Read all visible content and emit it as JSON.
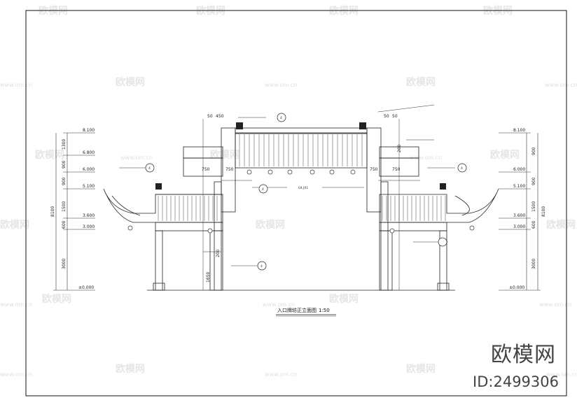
{
  "drawing": {
    "title": "入口牌坊正立面图",
    "scale": "1:50"
  },
  "elevations_left": [
    "8.100",
    "6.800",
    "6.000",
    "5.100",
    "3.600",
    "3.000",
    "±0.000"
  ],
  "elevations_right": [
    "8.100",
    "6.000",
    "5.100",
    "3.600",
    "3.000",
    "±0.000"
  ],
  "dims_left": [
    "1300",
    "900",
    "900",
    "1500",
    "600",
    "3000",
    "8100"
  ],
  "dims_right": [
    "900",
    "900",
    "1500",
    "600",
    "3000",
    "8100"
  ],
  "dims_center": [
    "50",
    "450",
    "50",
    "750",
    "750",
    "200",
    "1650",
    "750",
    "750",
    "50",
    "200"
  ],
  "callouts": [
    "4",
    "4",
    "4",
    "4",
    "4",
    "04.J01"
  ],
  "watermark": {
    "logo": "欧模网",
    "url": "www.om.cn"
  },
  "brand": {
    "name": "欧模网",
    "id": "ID:2499306"
  }
}
